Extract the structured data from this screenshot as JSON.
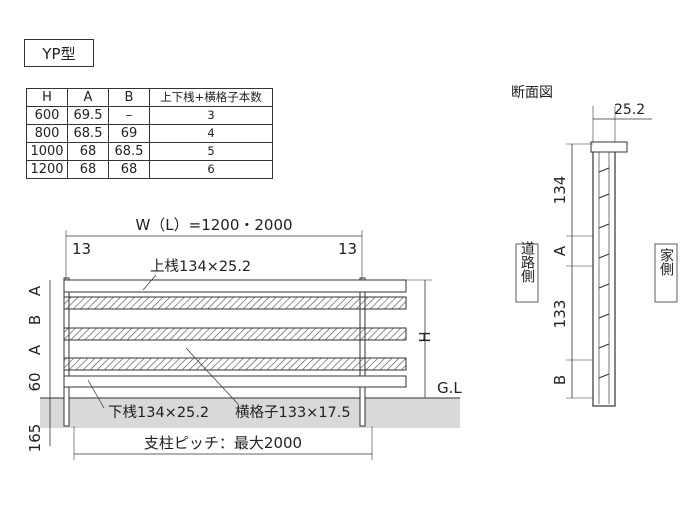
{
  "title": "YP型",
  "table": {
    "headers": [
      "H",
      "A",
      "B",
      "上下桟+横格子本数"
    ],
    "rows": [
      [
        "600",
        "69.5",
        "–",
        "3"
      ],
      [
        "800",
        "68.5",
        "69",
        "4"
      ],
      [
        "1000",
        "68",
        "68.5",
        "5"
      ],
      [
        "1200",
        "68",
        "68",
        "6"
      ]
    ]
  },
  "front": {
    "width_label": "W（L）=1200・2000",
    "left_offset": "13",
    "right_offset": "13",
    "top_rail": "上桟134×25.2",
    "bottom_rail": "下桟134×25.2",
    "slat": "横格子133×17.5",
    "pitch": "支柱ピッチ：最大2000",
    "height": "H",
    "gl": "G.L",
    "left_dims": [
      "A",
      "B",
      "A",
      "60",
      "165"
    ]
  },
  "section": {
    "title": "断面図",
    "width": "25.2",
    "dims": [
      "134",
      "A",
      "133",
      "B"
    ],
    "road_side": "道路側",
    "house_side": "家側"
  },
  "colors": {
    "line": "#333333",
    "ground": "#d9d9d9",
    "hatch": "#555555"
  }
}
